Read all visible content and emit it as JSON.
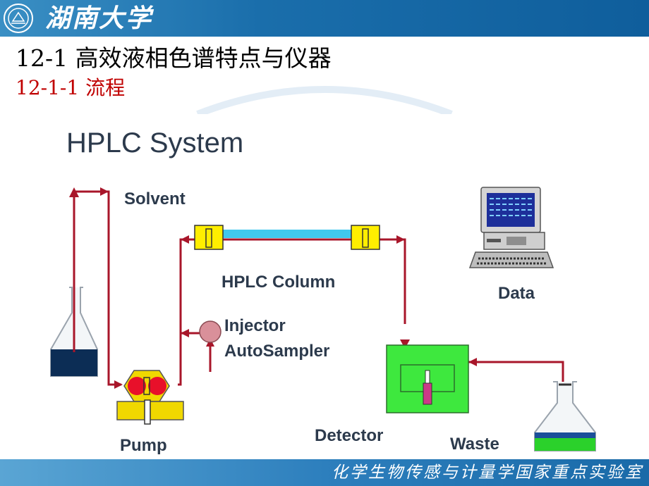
{
  "header": {
    "brand_text": "湖南大学"
  },
  "slide": {
    "title": "12-1  高效液相色谱特点与仪器",
    "subtitle": "12-1-1 流程"
  },
  "diagram": {
    "title": "HPLC System",
    "labels": {
      "solvent": "Solvent",
      "column": "HPLC Column",
      "data": "Data",
      "injector": "Injector",
      "autosampler": "AutoSampler",
      "pump": "Pump",
      "detector": "Detector",
      "waste": "Waste"
    },
    "colors": {
      "flow_line": "#a8162a",
      "column_tube": "#40c8ee",
      "fitting": "#ffee00",
      "pump_head": "#f0d800",
      "pump_piston": "#e8102a",
      "detector": "#3ee83e",
      "waste_liquid": "#2bd12b",
      "solvent_liquid": "#0c2d55",
      "injector": "#d9909a"
    }
  },
  "footer": {
    "lab_name": "化学生物传感与计量学国家重点实验室"
  }
}
